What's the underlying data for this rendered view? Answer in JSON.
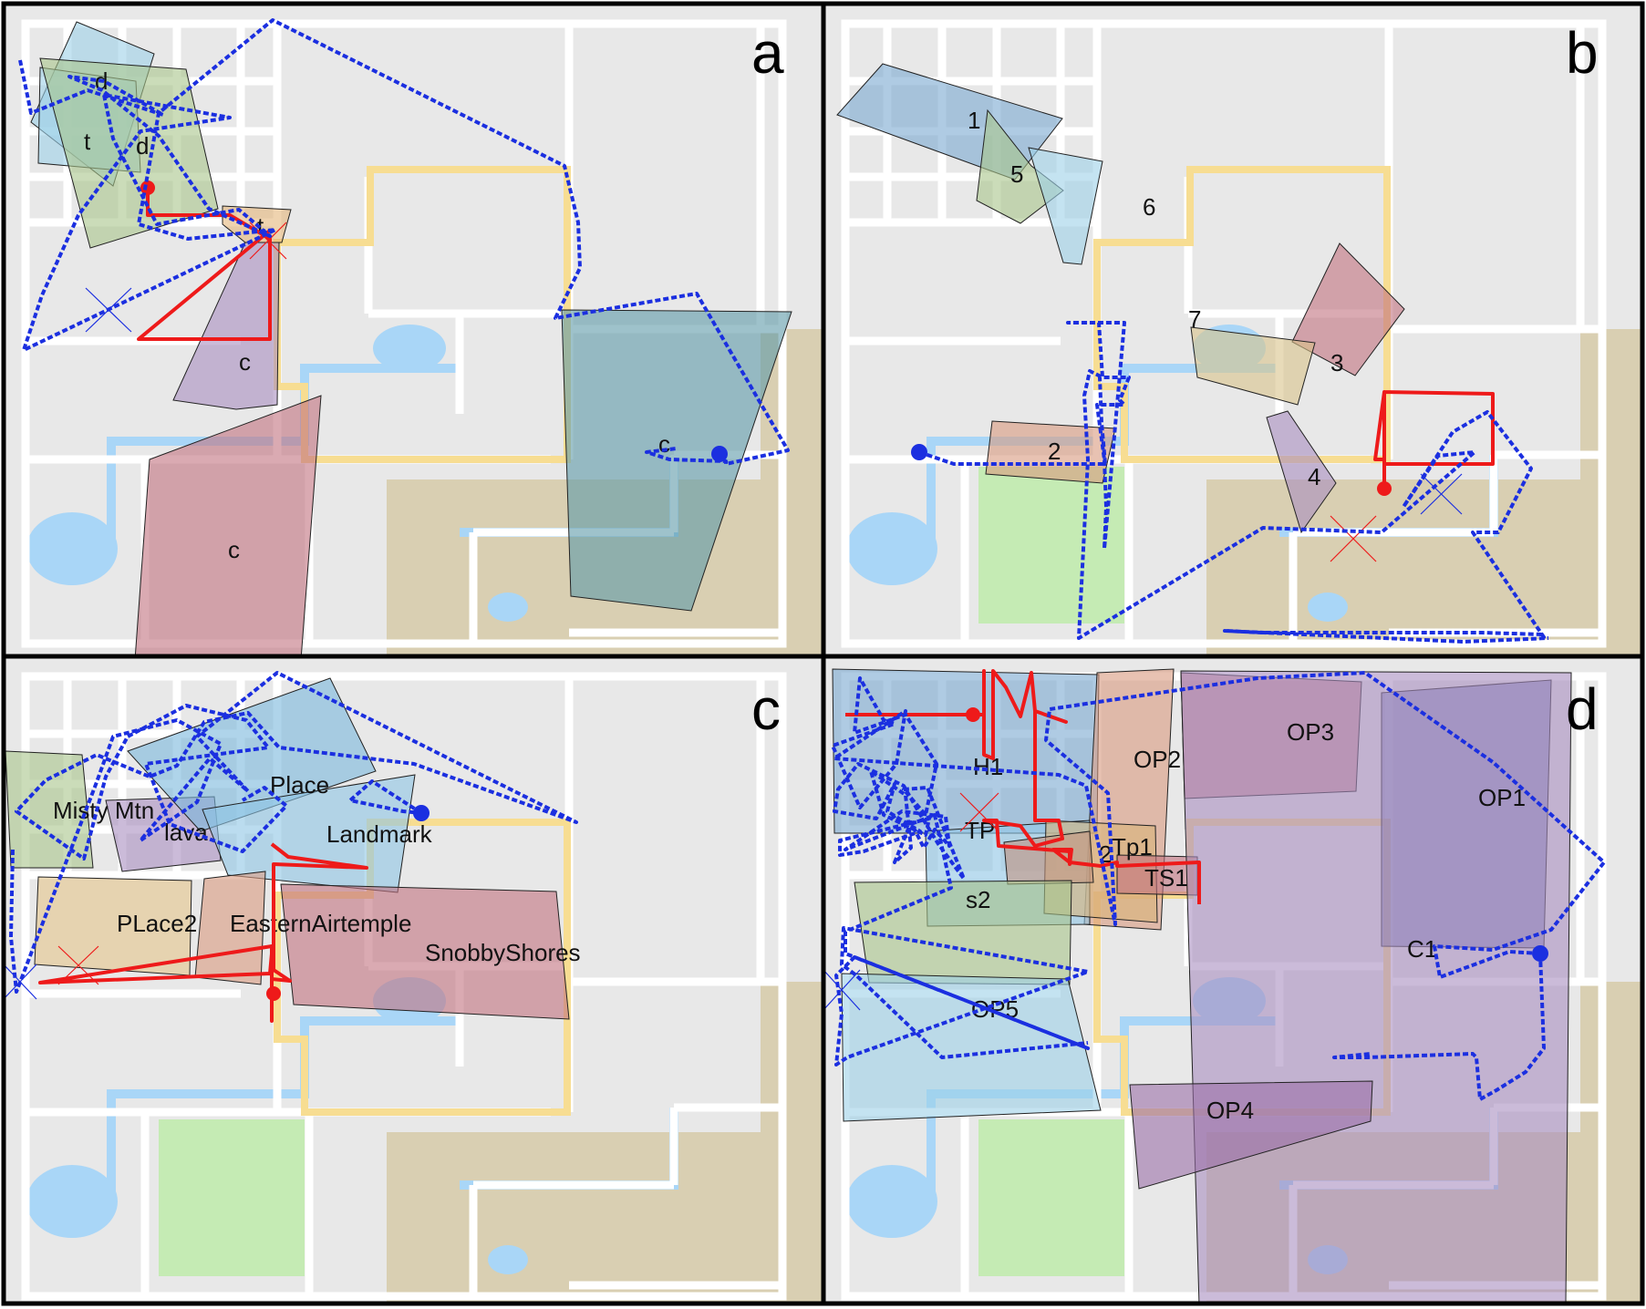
{
  "figure": {
    "colors": {
      "floor": "#e8e8e8",
      "wall": "#ffffff",
      "water": "#a9d6f7",
      "sand": "#d9cfb2",
      "grass": "#c5ebb4",
      "highlight_path": "#f7dd92",
      "robot_path": "#1b2fe0",
      "planned_path": "#ee1a1a"
    },
    "panels": [
      {
        "letter": "a",
        "regions": [
          {
            "label": "d",
            "color": "#9dd0e8"
          },
          {
            "label": "t",
            "color": "#9dd0e8"
          },
          {
            "label": "d",
            "color": "#a8c58a"
          },
          {
            "label": "t",
            "color": "#e5b57a"
          },
          {
            "label": "c",
            "color": "#a98ec0"
          },
          {
            "label": "c",
            "color": "#c2727e"
          },
          {
            "label": "c",
            "color": "#5e9aa8"
          }
        ]
      },
      {
        "letter": "b",
        "regions": [
          {
            "label": "1",
            "color": "#7aa8d0"
          },
          {
            "label": "5",
            "color": "#a8c58a"
          },
          {
            "label": "6",
            "color": "#9dd0e8"
          },
          {
            "label": "7",
            "color": "#c2727e"
          },
          {
            "label": "3",
            "color": "#d9c38a"
          },
          {
            "label": "2",
            "color": "#d99a7e"
          },
          {
            "label": "4",
            "color": "#a98ec0"
          }
        ]
      },
      {
        "letter": "c",
        "regions": [
          {
            "label": "Misty Mtn",
            "color": "#a8c58a"
          },
          {
            "label": "lava",
            "color": "#a98ec0"
          },
          {
            "label": "Place",
            "color": "#7ab8dc"
          },
          {
            "label": "Landmark",
            "color": "#8ec4e4"
          },
          {
            "label": "PLace2",
            "color": "#e5c48a"
          },
          {
            "label": "EasternAirtemple",
            "color": "#d99a7e"
          },
          {
            "label": "SnobbyShores",
            "color": "#c2727e"
          }
        ]
      },
      {
        "letter": "d",
        "regions": [
          {
            "label": "H1",
            "color": "#7aa8d0"
          },
          {
            "label": "OP2",
            "color": "#d99a7e"
          },
          {
            "label": "OP3",
            "color": "#c2727e"
          },
          {
            "label": "OP1",
            "color": "#6b72b0"
          },
          {
            "label": "TP",
            "color": "#8ec4e4"
          },
          {
            "label": "Tp1",
            "color": "#d9b47a"
          },
          {
            "label": "2",
            "color": "#c2927e"
          },
          {
            "label": "TS1",
            "color": "#c2727e"
          },
          {
            "label": "s2",
            "color": "#a8c58a"
          },
          {
            "label": "C1",
            "color": "#a98ec0"
          },
          {
            "label": "OP5",
            "color": "#9dd0e8"
          },
          {
            "label": "OP4",
            "color": "#9b6fa8"
          }
        ]
      }
    ]
  }
}
